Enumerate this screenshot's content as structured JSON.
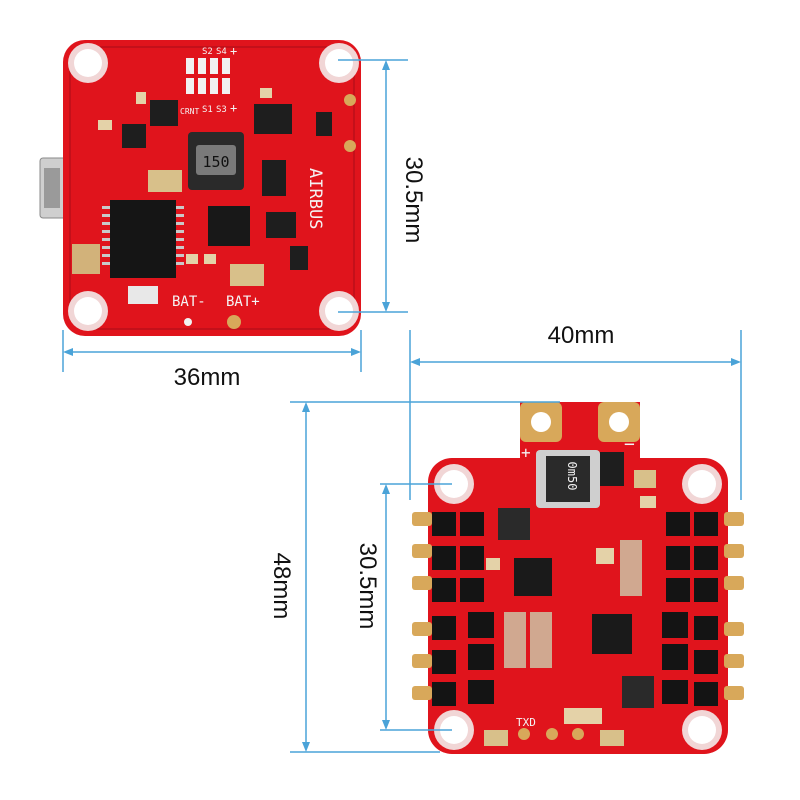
{
  "colors": {
    "pcb_red": "#e0141c",
    "dimension_line": "#4aa3d8",
    "pad_gold": "#d8a85a",
    "silkscreen": "#f4f4f4",
    "chip_black": "#111111"
  },
  "top_board": {
    "name": "flight-controller-board",
    "silk_brand": "AIRBUS",
    "silk_bat_minus": "BAT-",
    "silk_bat_plus": "BAT+",
    "inductor_marking": "150",
    "pin_labels_top": [
      "S2",
      "S4",
      "+"
    ],
    "pin_labels_bottom": [
      "CRNT",
      "S1",
      "S3",
      "+"
    ],
    "dim_width": "36mm",
    "dim_height": "30.5mm"
  },
  "bottom_board": {
    "name": "esc-board",
    "shunt_marking": "0m50",
    "silk_plus": "+",
    "silk_minus": "−",
    "silk_txd": "TXD",
    "dim_width": "40mm",
    "dim_height": "48mm",
    "dim_mount": "30.5mm"
  }
}
